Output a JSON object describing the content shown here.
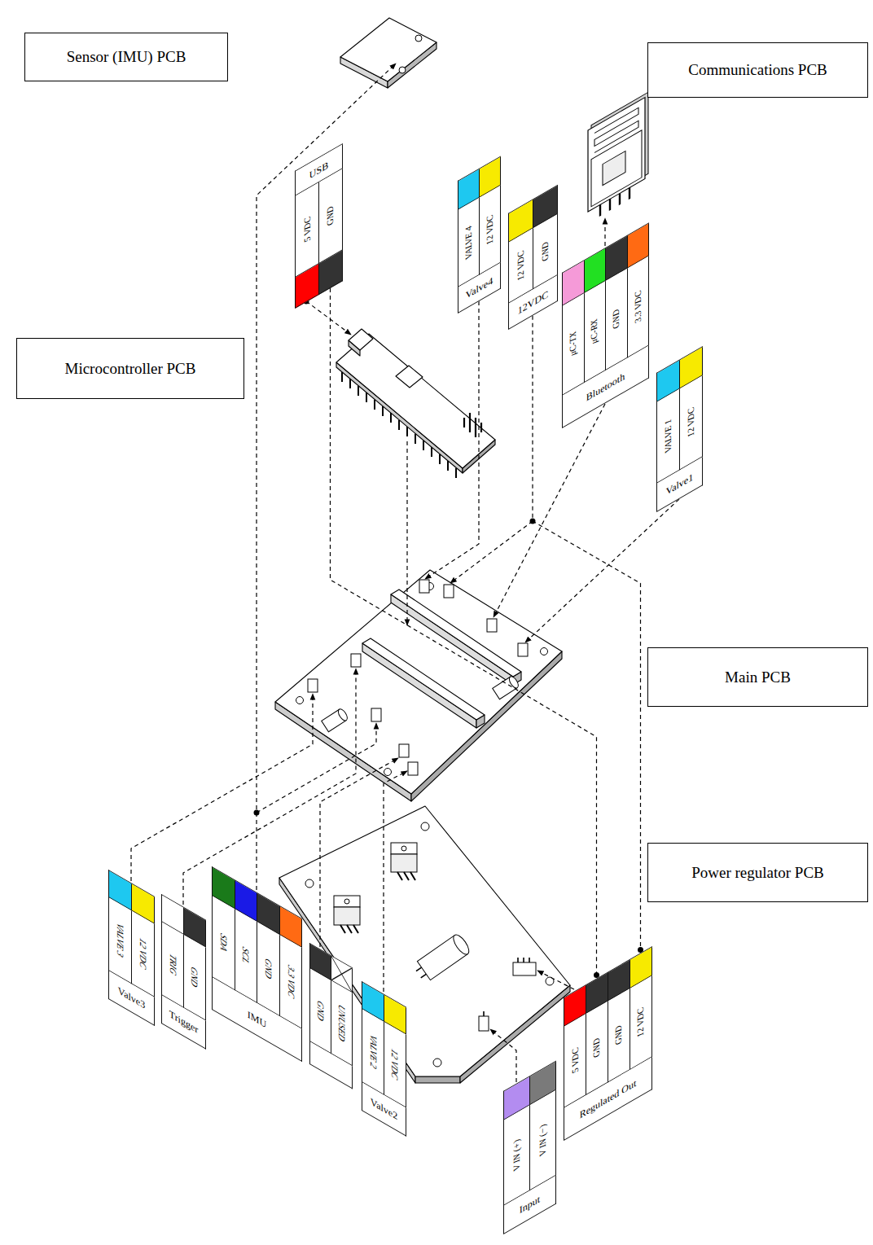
{
  "diagram": {
    "nodes": [
      {
        "text": [
          "Sensor (IMU) PCB"
        ]
      },
      {
        "text": [
          "Communications PCB"
        ]
      },
      {
        "text": [
          "USB",
          "5 VDC",
          "GND"
        ]
      },
      {
        "text": [
          "VALVE 4",
          "12 VDC",
          "Valve4"
        ]
      },
      {
        "text": [
          "12 VDC",
          "GND",
          "12VDC"
        ]
      },
      {
        "text": [
          "μC-TX",
          "μC-RX",
          "GND",
          "3.3 VDC",
          "Bluetooth"
        ]
      },
      {
        "text": [
          "Microcontroller PCB"
        ]
      },
      {
        "text": [
          "VALVE 1",
          "12 VDC",
          "Valve1"
        ]
      },
      {
        "text": [
          "Main PCB"
        ]
      },
      {
        "text": [
          "Power regulator PCB"
        ]
      },
      {
        "text": [
          "VALVE 3",
          "12 VDC",
          "Valve3"
        ]
      },
      {
        "text": [
          "TRIG",
          "GND",
          "Trigger"
        ]
      },
      {
        "text": [
          "SDA",
          "SCL",
          "GND",
          "3.3 VDC",
          "IMU"
        ]
      },
      {
        "text": [
          "GND",
          "UNUSED"
        ]
      },
      {
        "text": [
          "VALVE 2",
          "12 VDC",
          "Valve2"
        ]
      },
      {
        "text": [
          "V IN (+)",
          "V IN (−)",
          "Input"
        ]
      },
      {
        "text": [
          "5 VDC",
          "GND",
          "GND",
          "12 VDC",
          "Regulated Out"
        ]
      }
    ],
    "edges": [
      {
        "from": 2,
        "to": 16,
        "arrow": "none"
      },
      {
        "from": 4,
        "to": 16,
        "arrow": "none"
      }
    ]
  }
}
